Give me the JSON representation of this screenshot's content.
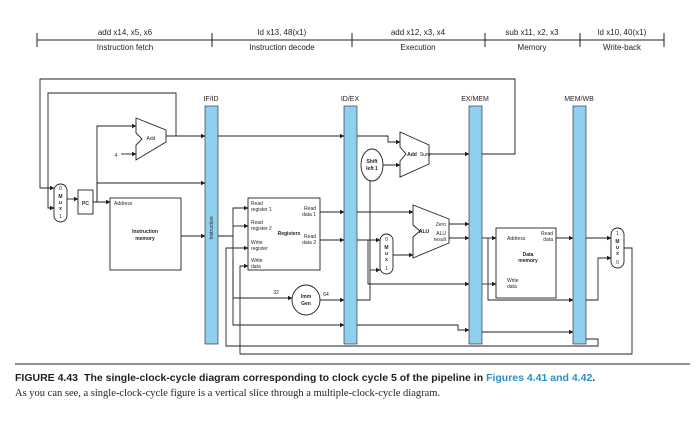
{
  "stages": [
    {
      "instruction": "add x14, x5, x6",
      "stage": "Instruction fetch"
    },
    {
      "instruction": "ld x13, 48(x1)",
      "stage": "Instruction decode"
    },
    {
      "instruction": "add x12, x3, x4",
      "stage": "Execution"
    },
    {
      "instruction": "sub x11, x2, x3",
      "stage": "Memory"
    },
    {
      "instruction": "ld x10, 40(x1)",
      "stage": "Write-back"
    }
  ],
  "pipeline_registers": [
    "IF/ID",
    "ID/EX",
    "EX/MEM",
    "MEM/WB"
  ],
  "labels": {
    "pc": "PC",
    "add": "Add",
    "four": "4",
    "address": "Address",
    "instruction_memory": [
      "Instruction",
      "memory"
    ],
    "instruction_vertical": "Instruction",
    "read_register_1": [
      "Read",
      "register 1"
    ],
    "read_register_2": [
      "Read",
      "register 2"
    ],
    "write_register": [
      "Write",
      "register"
    ],
    "write_data": [
      "Write",
      "data"
    ],
    "registers": "Registers",
    "read_data_1": [
      "Read",
      "data 1"
    ],
    "read_data_2": [
      "Read",
      "data 2"
    ],
    "imm_gen": [
      "Imm",
      "Gen"
    ],
    "bits_32": "32",
    "bits_64": "64",
    "shift_left": [
      "Shift",
      "left 1"
    ],
    "add_sum": "Add",
    "sum": "Sum",
    "alu": "ALU",
    "zero": "Zero",
    "alu_result": [
      "ALU",
      "result"
    ],
    "mem_address": "Address",
    "mem_read_data": [
      "Read",
      "data"
    ],
    "data_memory": [
      "Data",
      "memory"
    ],
    "mem_write_data": [
      "Write",
      "data"
    ],
    "mux_pc": [
      "0",
      "M",
      "u",
      "x",
      "1"
    ],
    "mux_alu": [
      "0",
      "M",
      "u",
      "x",
      "1"
    ],
    "mux_wb": [
      "1",
      "M",
      "u",
      "x",
      "0"
    ]
  },
  "caption": {
    "label": "FIGURE 4.43",
    "title": "The single-clock-cycle diagram corresponding to clock cycle 5 of the pipeline in ",
    "ref": "Figures 4.41 and 4.42",
    "end": ".",
    "body": "As you can see, a single-clock-cycle figure is a vertical slice through a multiple-clock-cycle diagram."
  },
  "colors": {
    "pipeline_register": "#8fd0ee",
    "ink": "#231f20",
    "caption_ref": "#2a8fc4"
  }
}
